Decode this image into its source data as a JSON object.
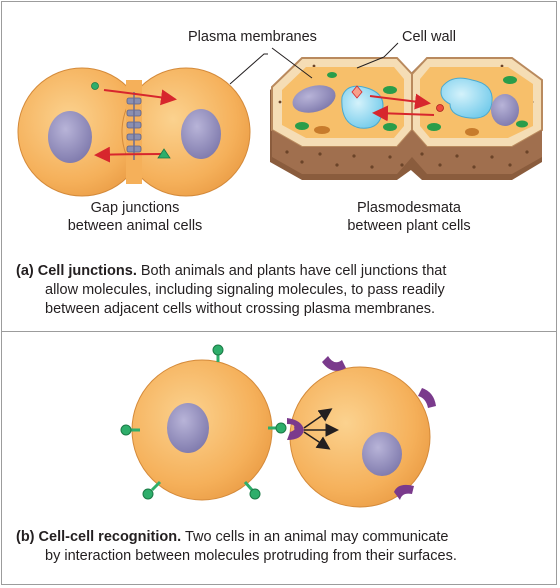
{
  "panel_a": {
    "label_plasma_membranes": "Plasma membranes",
    "label_cell_wall": "Cell wall",
    "label_gap_1": "Gap junctions",
    "label_gap_2": "between animal cells",
    "label_plasmo_1": "Plasmodesmata",
    "label_plasmo_2": "between plant cells",
    "caption_title": "(a) Cell junctions.",
    "caption_line1": "Both animals and plants have cell junctions that",
    "caption_line2": "allow molecules, including signaling molecules, to pass readily",
    "caption_line3": "between adjacent cells without crossing plasma membranes."
  },
  "panel_b": {
    "caption_title": "(b) Cell-cell recognition.",
    "caption_line1": "Two cells in an animal may communicate",
    "caption_line2": "by interaction between molecules protruding from their surfaces."
  },
  "colors": {
    "cell_fill": "#f6b45e",
    "nucleus": "#8e8ab8",
    "arrow_red": "#d7262d",
    "receptor_green": "#2eae6b",
    "receptor_purple": "#7a3a8c",
    "wall_brown": "#9a6b4a",
    "vacuole_blue": "#8ed8f0"
  }
}
